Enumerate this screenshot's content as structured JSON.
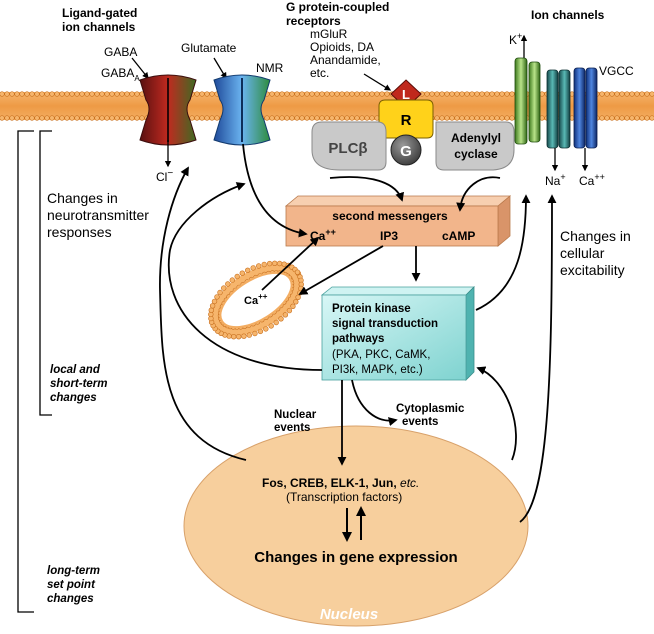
{
  "headers": {
    "ligand_line1": "Ligand-gated",
    "ligand_line2": "ion channels",
    "gpcr_line1": "G protein-coupled",
    "gpcr_line2": "receptors",
    "ion": "Ion channels"
  },
  "ligand_gated": {
    "gaba": "GABA",
    "gabaa": "GABA",
    "gabaa_sub": "A",
    "glutamate": "Glutamate",
    "nmr": "NMR",
    "cl": "Cl",
    "cl_charge": "−"
  },
  "gpcr": {
    "ligands": [
      "mGluR",
      "Opioids, DA",
      "Anandamide,",
      "etc."
    ],
    "l": "L",
    "r": "R",
    "g": "G",
    "plc": "PLCβ",
    "ac_line1": "Adenylyl",
    "ac_line2": "cyclase"
  },
  "ion_channels": {
    "k": "K",
    "k_sup": "+",
    "vgcc": "VGCC",
    "na": "Na",
    "na_sup": "+",
    "ca": "Ca",
    "ca_sup": "++"
  },
  "second_messengers": {
    "title": "second messengers",
    "ca": "Ca",
    "ca_sup": "++",
    "ip3": "IP3",
    "camp": "cAMP"
  },
  "er": {
    "ca": "Ca",
    "ca_sup": "++"
  },
  "kinase": {
    "lines": [
      "Protein  kinase",
      "signal transduction",
      "pathways",
      "(PKA, PKC, CaMK,",
      "PI3k, MAPK, etc.)"
    ]
  },
  "events": {
    "nuclear_line1": "Nuclear",
    "nuclear_line2": "events",
    "cyto_line1": "Cytoplasmic",
    "cyto_line2": "events"
  },
  "nucleus": {
    "tf_line1": "Fos, CREB, ELK-1, Jun,",
    "tf_etc": "etc.",
    "tf_line2": "(Transcription factors)",
    "gene": "Changes in gene expression",
    "label": "Nucleus"
  },
  "side_labels": {
    "nt_responses": [
      "Changes in",
      "neurotransmitter",
      "responses"
    ],
    "excitability": [
      "Changes in",
      "cellular",
      "excitability"
    ],
    "local": [
      "local and",
      "short-term",
      "changes"
    ],
    "long": [
      "long-term",
      "set point",
      "changes"
    ]
  },
  "colors": {
    "membrane": "#ee9a45",
    "membrane_dark": "#c8701f",
    "messenger_box": "#f2b58b",
    "kinase_box": "#a9e8e6",
    "nucleus": "#f7cf9d",
    "receptor_l": "#c0281c",
    "receptor_r": "#ffd21a",
    "receptor_g": "#505050",
    "enzyme": "#c9c9c9"
  }
}
